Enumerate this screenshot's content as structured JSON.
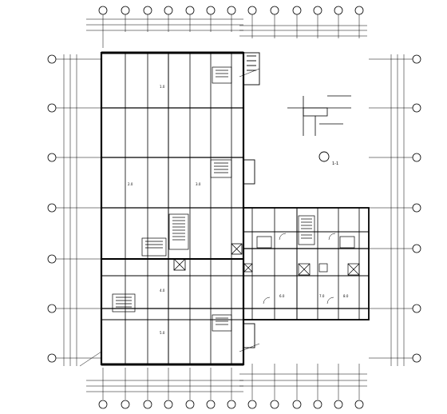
{
  "drawing": {
    "section_label": "1-1",
    "area_labels": [
      "1.0",
      "2.0",
      "3.0",
      "4.0",
      "5.0",
      "6.0",
      "7.0",
      "8.0"
    ]
  },
  "top_axis_bubbles": [
    "",
    "",
    "",
    "",
    "",
    "",
    "",
    "",
    "",
    "",
    "",
    "",
    "",
    "",
    "",
    "",
    ""
  ],
  "left_axis_bubbles": [
    "",
    "",
    "",
    "",
    "",
    "",
    "",
    "",
    "",
    ""
  ],
  "right_axis_bubbles": [
    "",
    "",
    "",
    "",
    "",
    "",
    "",
    ""
  ],
  "bottom_axis_bubbles": [
    "",
    "",
    "",
    "",
    "",
    "",
    "",
    "",
    "",
    "",
    "",
    "",
    "",
    "",
    "",
    ""
  ]
}
